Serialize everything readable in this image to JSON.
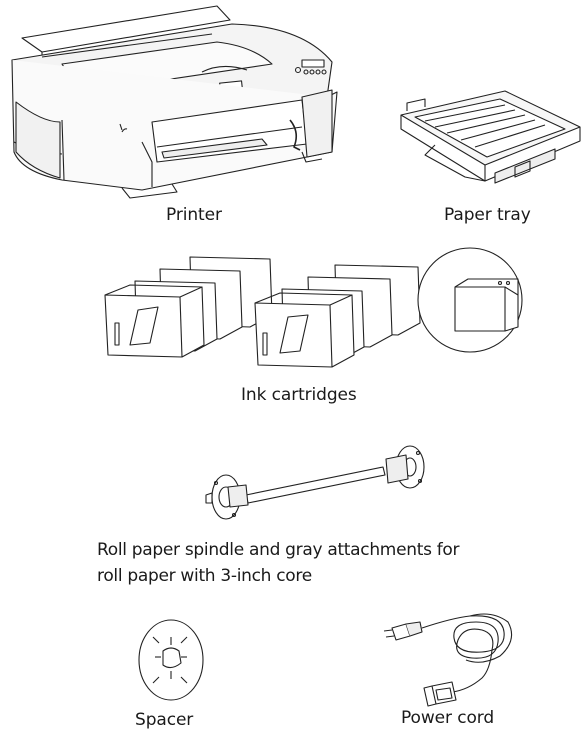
{
  "items": {
    "printer": {
      "label": "Printer"
    },
    "paper_tray": {
      "label": "Paper tray"
    },
    "ink_cartridges": {
      "label": "Ink cartridges"
    },
    "spindle": {
      "line1": "Roll paper spindle and gray attachments for",
      "line2": "roll paper with 3-inch core"
    },
    "spacer": {
      "label": "Spacer"
    },
    "power_cord": {
      "label": "Power cord"
    }
  },
  "icons": [
    "printer-icon",
    "paper-tray-icon",
    "ink-cartridge-icon",
    "spindle-icon",
    "spacer-icon",
    "power-cord-icon"
  ]
}
